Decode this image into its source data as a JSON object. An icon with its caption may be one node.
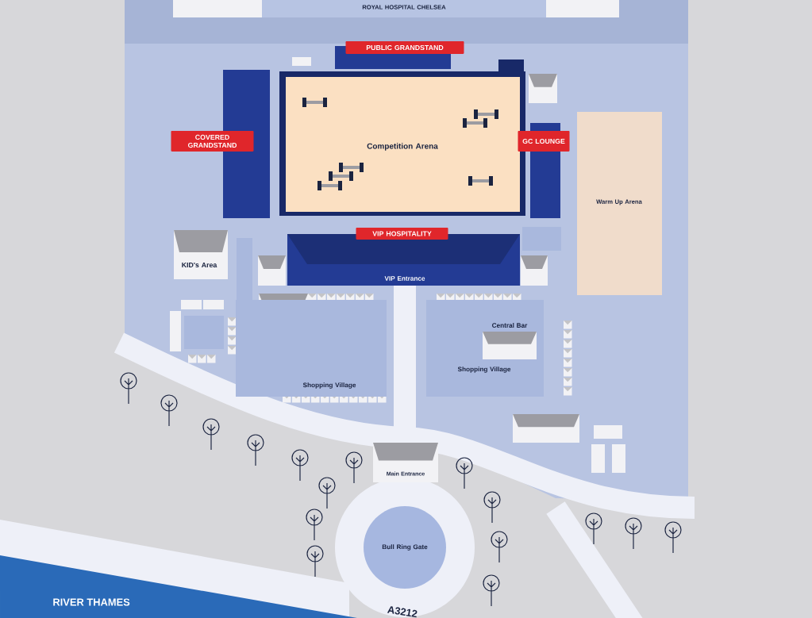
{
  "diagram": {
    "nodes": [
      {
        "text": [
          "ROYAL HOSPITAL CHELSEA"
        ]
      },
      {
        "text": [
          "PUBLIC GRANDSTAND"
        ]
      },
      {
        "text": [
          "COVERED GRANDSTAND"
        ]
      },
      {
        "text": [
          "Competition Arena"
        ]
      },
      {
        "text": [
          "GC LOUNGE"
        ]
      },
      {
        "text": [
          "Warm Up Arena"
        ]
      },
      {
        "text": [
          "VIP HOSPITALITY"
        ]
      },
      {
        "text": [
          "KID's Area"
        ]
      },
      {
        "text": [
          "VIP Entrance"
        ]
      },
      {
        "text": [
          "Shopping Village"
        ]
      },
      {
        "text": [
          "Shopping Village"
        ]
      },
      {
        "text": [
          "Central Bar"
        ],
        "in": 10
      },
      {
        "text": [
          "Main Entrance"
        ]
      },
      {
        "text": [
          "Bull Ring Gate"
        ]
      }
    ],
    "labels": [
      "RIVER THAMES",
      "A3212"
    ]
  }
}
